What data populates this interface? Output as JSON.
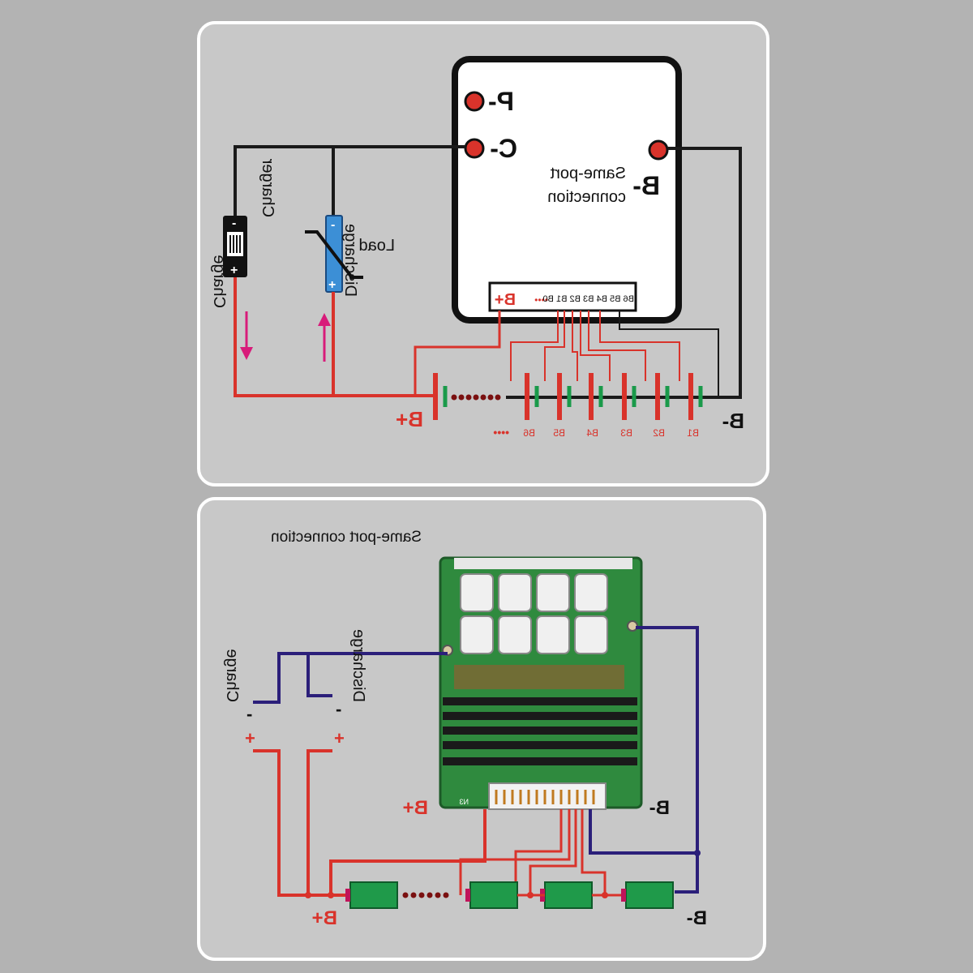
{
  "top": {
    "pin_p": "P-",
    "pin_c": "C-",
    "pin_b": "B-",
    "note_line1": "Same-port",
    "note_line2": "connection",
    "connector_bplus": "B+",
    "connector_dots": "••••",
    "connector_pins": "B6 B5 B4 B3 B2 B1 B0",
    "charger": "Charger",
    "load": "Load",
    "charge": "Charge",
    "discharge": "Discharge",
    "minus": "-",
    "plus": "+",
    "bplus": "B+",
    "bminus": "B-",
    "cells": [
      "B6",
      "B5",
      "B4",
      "B3",
      "B2",
      "B1"
    ],
    "cells_dots": "••••"
  },
  "bottom": {
    "title": "Same-port connection",
    "charge": "Charge",
    "discharge": "Discharge",
    "minus": "-",
    "plus": "+",
    "bplus_board": "B+",
    "bminus_board": "B-",
    "bplus": "B+",
    "bminus": "B-",
    "board_label": "N3"
  },
  "colors": {
    "red_wire": "#d9332b",
    "black_wire": "#1a1a1a",
    "blue_wire": "#2b1f7a",
    "pcb_green": "#2f8a3e",
    "cell_green": "#1f9a4a",
    "arrow_pink": "#d81b7a"
  }
}
